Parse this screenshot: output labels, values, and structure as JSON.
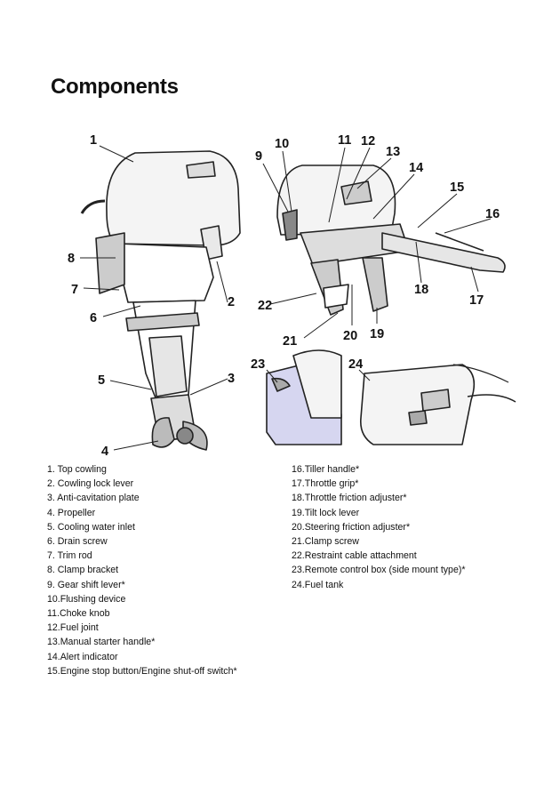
{
  "page": {
    "title": "Components"
  },
  "callouts": [
    "1",
    "2",
    "3",
    "4",
    "5",
    "6",
    "7",
    "8",
    "9",
    "10",
    "11",
    "12",
    "13",
    "14",
    "15",
    "16",
    "17",
    "18",
    "19",
    "20",
    "21",
    "22",
    "23",
    "24"
  ],
  "components_left": [
    "1. Top cowling",
    "2. Cowling lock lever",
    "3. Anti-cavitation plate",
    "4. Propeller",
    "5. Cooling water inlet",
    "6. Drain screw",
    "7. Trim rod",
    "8. Clamp bracket",
    "9. Gear shift lever*",
    "10.Flushing device",
    "11.Choke knob",
    "12.Fuel joint",
    "13.Manual starter handle*",
    "14.Alert indicator",
    "15.Engine stop button/Engine shut-off switch*"
  ],
  "components_right": [
    "16.Tiller handle*",
    "17.Throttle grip*",
    "18.Throttle friction adjuster*",
    "19.Tilt lock lever",
    "20.Steering friction adjuster*",
    "21.Clamp screw",
    "22.Restraint cable attachment",
    "23.Remote control box (side mount type)*",
    "24.Fuel tank"
  ]
}
